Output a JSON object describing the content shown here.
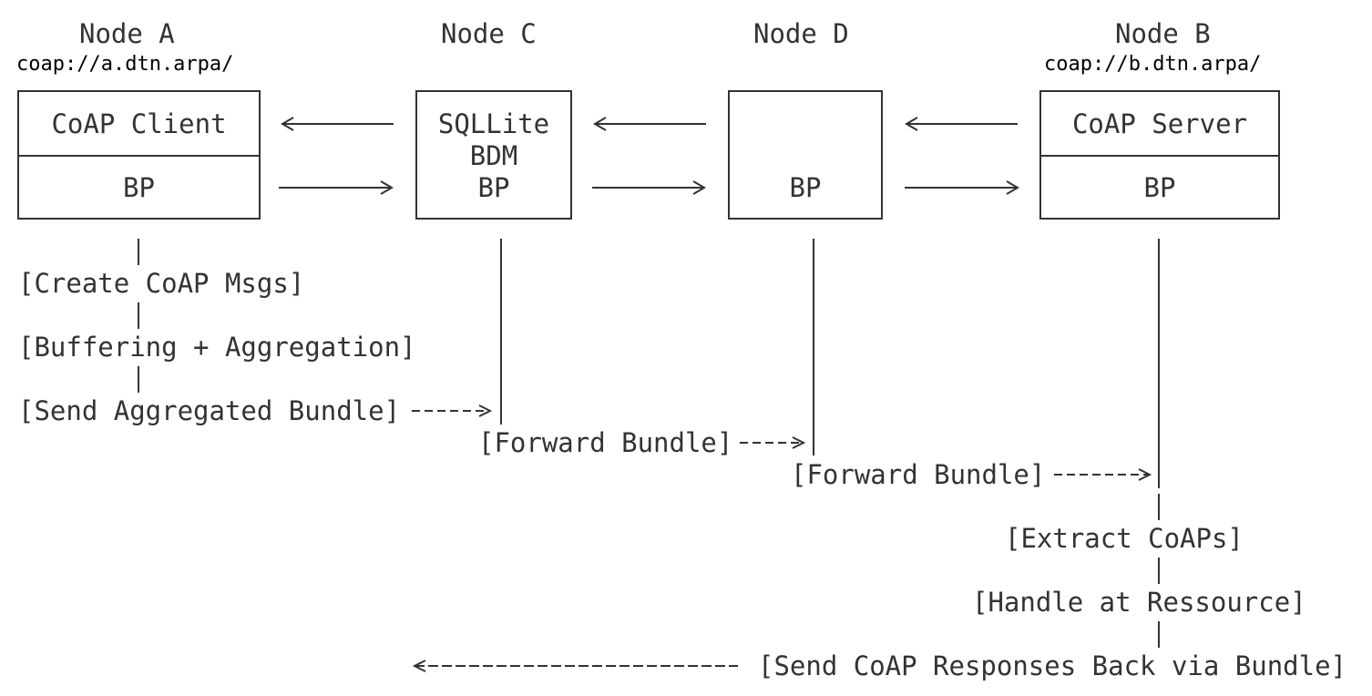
{
  "nodes": {
    "a": {
      "title": "Node A",
      "uri": "coap://a.dtn.arpa/",
      "top": "CoAP Client",
      "bottom": "BP"
    },
    "c": {
      "title": "Node C",
      "line1": "SQLLite",
      "line2": "BDM",
      "line3": "BP"
    },
    "d": {
      "title": "Node D",
      "bottom": "BP"
    },
    "b": {
      "title": "Node B",
      "uri": "coap://b.dtn.arpa/",
      "top": "CoAP Server",
      "bottom": "BP"
    }
  },
  "steps": {
    "create": "[Create CoAP Msgs]",
    "buffering": "[Buffering + Aggregation]",
    "send_aggregated": "[Send Aggregated Bundle]",
    "forward_c": "[Forward Bundle]",
    "forward_d": "[Forward Bundle]",
    "extract": "[Extract CoAPs]",
    "handle": "[Handle at Ressource]",
    "send_back": "[Send CoAP Responses Back via Bundle]"
  },
  "colors": {
    "ink": "#333333",
    "uri_ink": "#000000",
    "background": "#ffffff"
  }
}
